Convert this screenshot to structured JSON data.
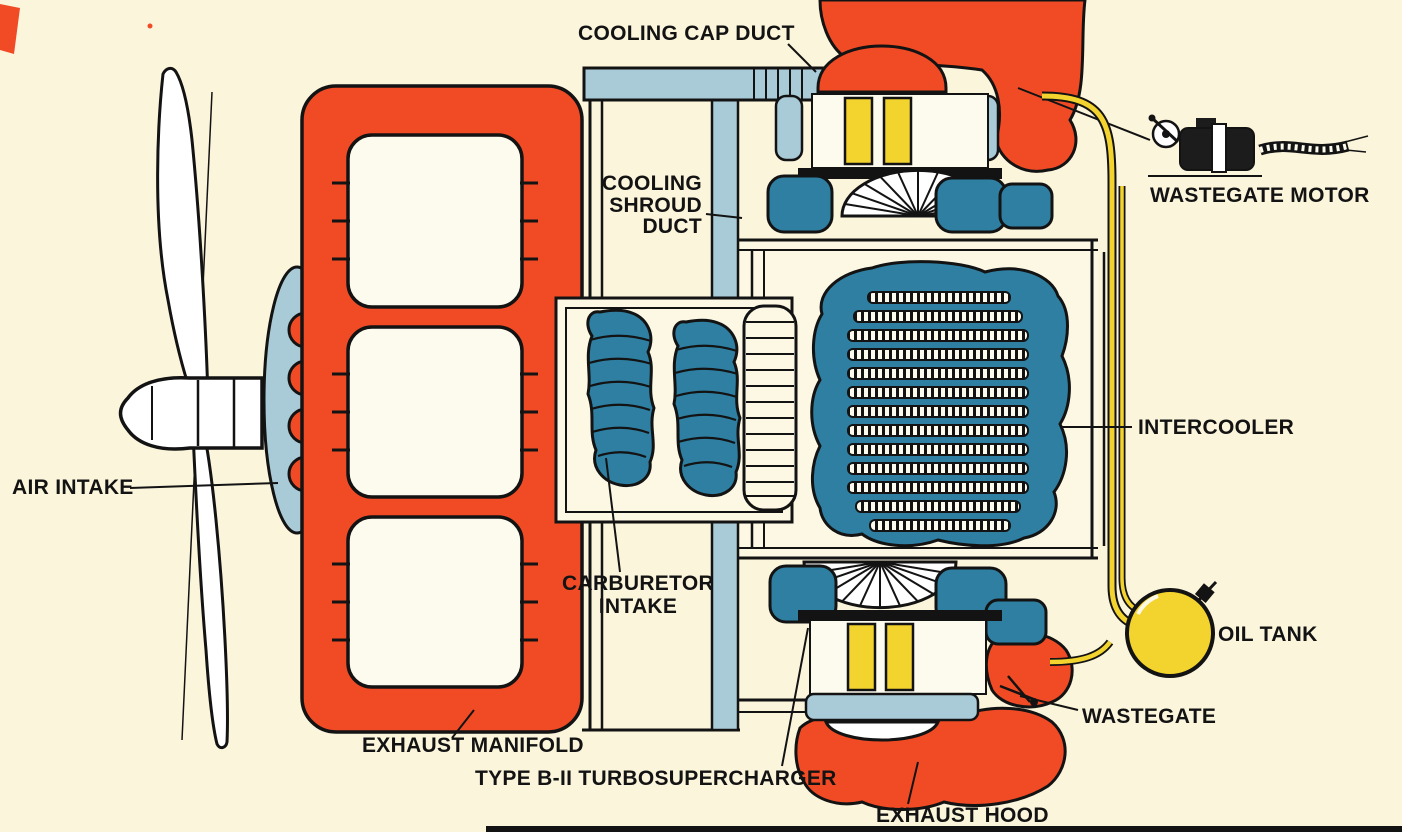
{
  "labels": {
    "cooling_cap_duct": "COOLING CAP DUCT",
    "cooling_shroud_duct": [
      "COOLING",
      "SHROUD",
      "DUCT"
    ],
    "wastegate_motor": "WASTEGATE MOTOR",
    "intercooler": "INTERCOOLER",
    "air_intake": "AIR INTAKE",
    "carburetor_intake": [
      "CARBURETOR",
      "INTAKE"
    ],
    "oil_tank": "OIL TANK",
    "exhaust_manifold": "EXHAUST MANIFOLD",
    "wastegate": "WASTEGATE",
    "turbosupercharger": "TYPE B-II TURBOSUPERCHARGER",
    "exhaust_hood": "EXHAUST HOOD"
  },
  "colors": {
    "background": "#FBF5DC",
    "exhaust_red": "#F14B26",
    "cooling_air_blue": "#A9CBD7",
    "charge_air_blue": "#2E7FA2",
    "oil_yellow": "#F3D32D",
    "line_ink": "#131313"
  }
}
